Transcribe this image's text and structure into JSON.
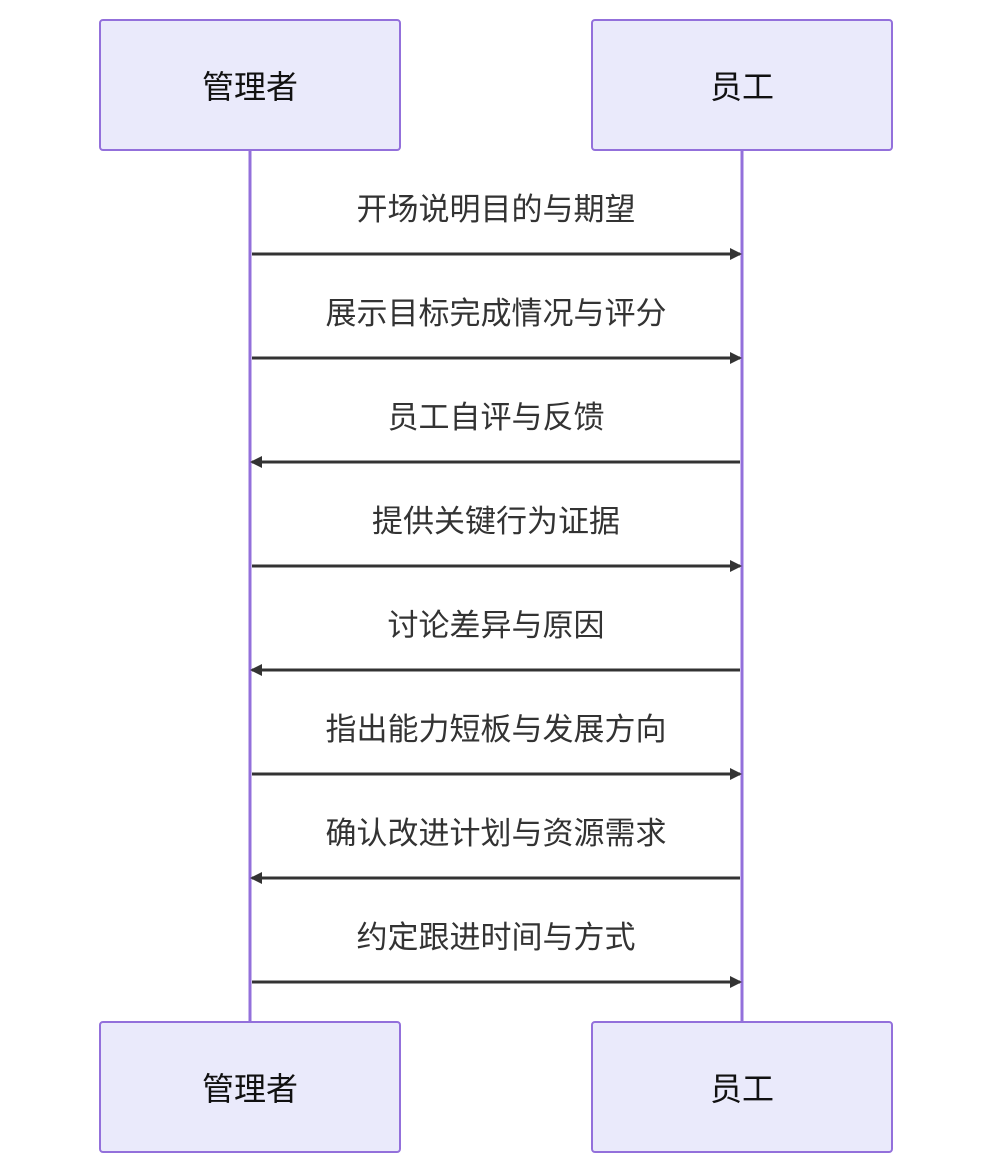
{
  "actors": {
    "manager": "管理者",
    "employee": "员工"
  },
  "messages": [
    {
      "text": "开场说明目的与期望",
      "direction": "right"
    },
    {
      "text": "展示目标完成情况与评分",
      "direction": "right"
    },
    {
      "text": "员工自评与反馈",
      "direction": "left"
    },
    {
      "text": "提供关键行为证据",
      "direction": "right"
    },
    {
      "text": "讨论差异与原因",
      "direction": "left"
    },
    {
      "text": "指出能力短板与发展方向",
      "direction": "right"
    },
    {
      "text": "确认改进计划与资源需求",
      "direction": "left"
    },
    {
      "text": "约定跟进时间与方式",
      "direction": "right"
    }
  ],
  "colors": {
    "actor_fill": "#eaeafb",
    "actor_border": "#9370db",
    "lifeline": "#9370db",
    "message_line": "#333333"
  }
}
